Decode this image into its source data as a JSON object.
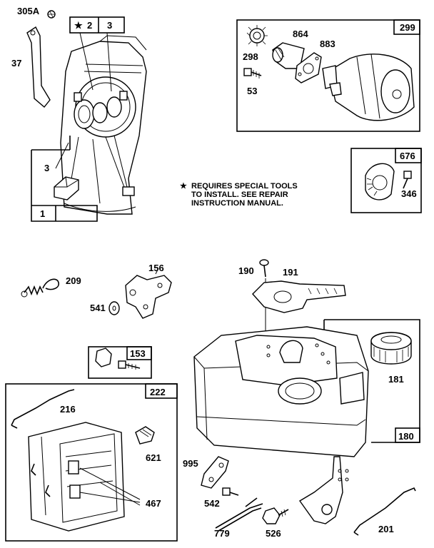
{
  "note": {
    "star": "★",
    "lines": [
      "REQUIRES SPECIAL TOOLS",
      "TO INSTALL.  SEE REPAIR",
      "INSTRUCTION MANUAL."
    ]
  },
  "labels": {
    "p305A": "305A",
    "p37": "37",
    "p2": "2",
    "p3top": "3",
    "p3": "3",
    "p1": "1",
    "p299": "299",
    "p864": "864",
    "p883": "883",
    "p298": "298",
    "p53": "53",
    "p676": "676",
    "p346": "346",
    "p209": "209",
    "p156": "156",
    "p541": "541",
    "p190": "190",
    "p191": "191",
    "p153": "153",
    "p181": "181",
    "p180": "180",
    "p222": "222",
    "p216": "216",
    "p621": "621",
    "p467": "467",
    "p995": "995",
    "p542": "542",
    "p779": "779",
    "p526": "526",
    "p201": "201"
  }
}
